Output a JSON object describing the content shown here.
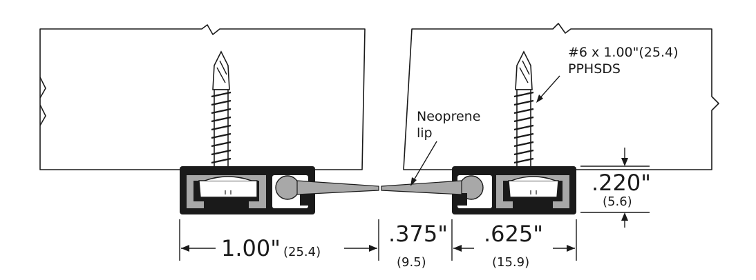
{
  "diagram": {
    "callouts": {
      "screw_line1": "#6 x 1.00\"(25.4)",
      "screw_line2": "PPHSDS",
      "lip_line1": "Neoprene",
      "lip_line2": "lip"
    },
    "dimensions": {
      "width_left": {
        "imperial": "1.00\"",
        "metric": "(25.4)"
      },
      "gap": {
        "imperial": ".375\"",
        "metric": "(9.5)"
      },
      "width_right": {
        "imperial": ".625\"",
        "metric": "(15.9)"
      },
      "height": {
        "imperial": ".220\"",
        "metric": "(5.6)"
      }
    },
    "colors": {
      "outline": "#1a1a1a",
      "extrusion": "#1a1a1a",
      "insert_fill": "#a8a8a8",
      "panel_fill": "#ffffff"
    }
  }
}
